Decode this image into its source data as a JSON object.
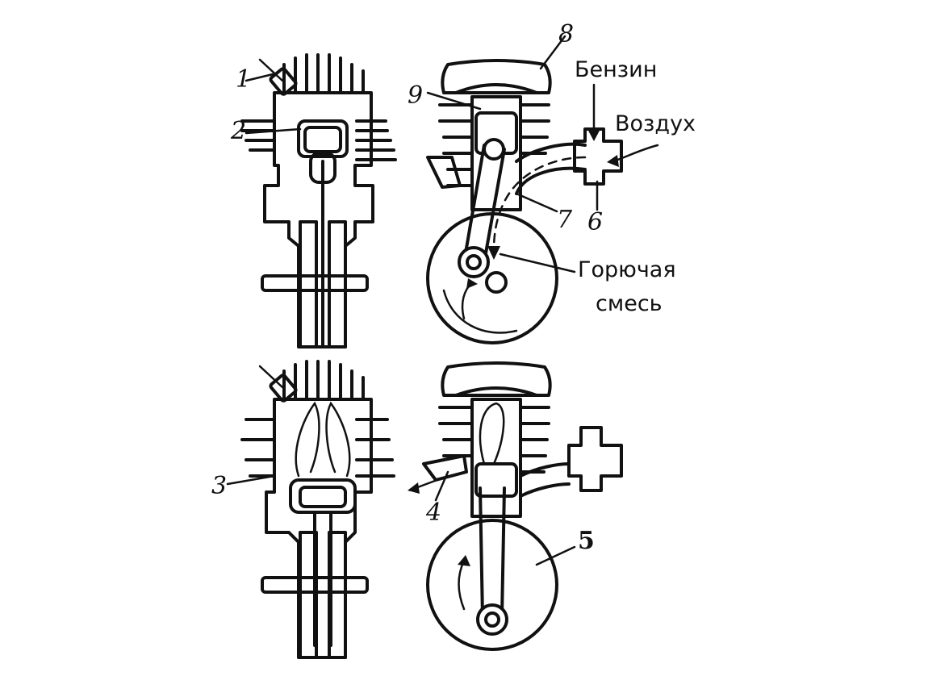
{
  "labels": {
    "n1": "1",
    "n2": "2",
    "n3": "3",
    "n4": "4",
    "n5": "5",
    "n6": "6",
    "n7": "7",
    "n8": "8",
    "n9": "9",
    "benzin": "Бензин",
    "vozdukh": "Воздух",
    "goryuchaya": "Горючая",
    "smes": "смесь"
  },
  "colors": {
    "ink": "#111111",
    "background": "#ffffff"
  }
}
